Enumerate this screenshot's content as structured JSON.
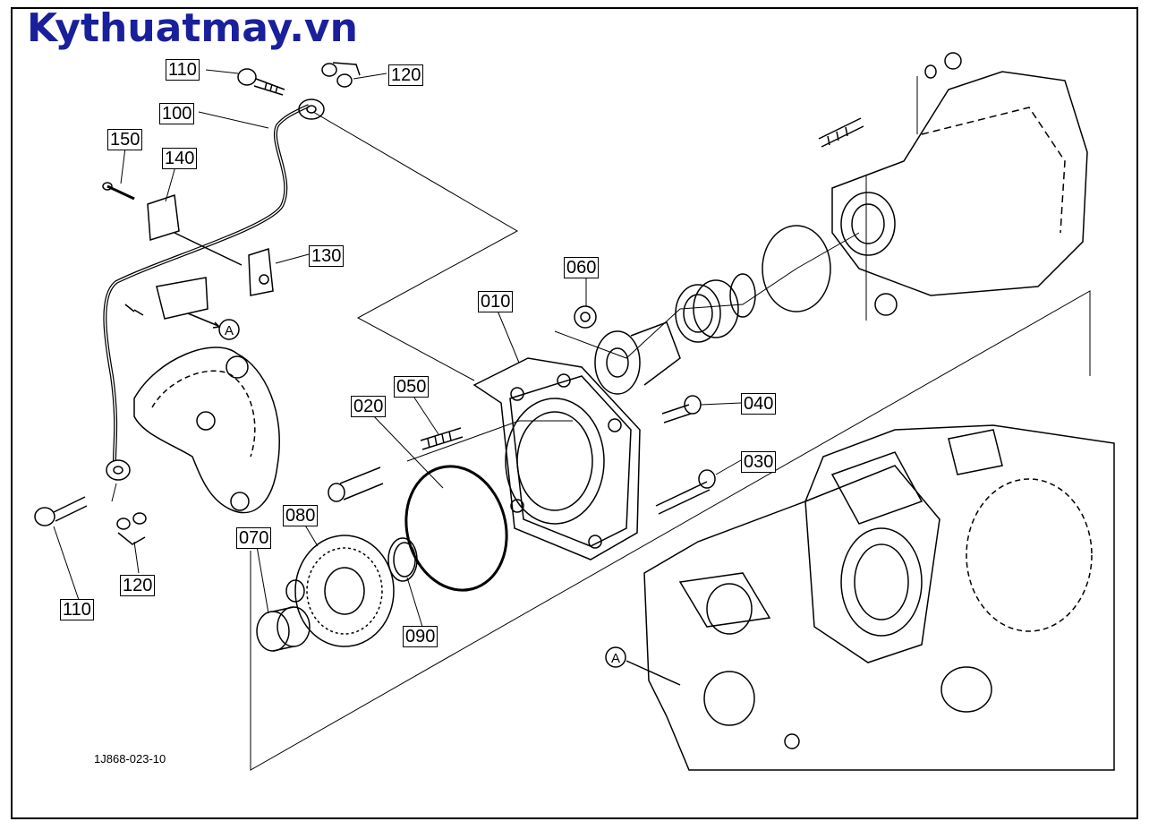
{
  "watermark": "Kythuatmay.vn",
  "diagram_ref": "1J868-023-10",
  "view_marker": "A",
  "callouts": {
    "p110_top": "110",
    "p120_top": "120",
    "p100": "100",
    "p150": "150",
    "p140": "140",
    "p130": "130",
    "p060": "060",
    "p010": "010",
    "p050": "050",
    "p020": "020",
    "p040": "040",
    "p030": "030",
    "p080": "080",
    "p070": "070",
    "p090": "090",
    "p120_bottom": "120",
    "p110_bottom": "110"
  }
}
